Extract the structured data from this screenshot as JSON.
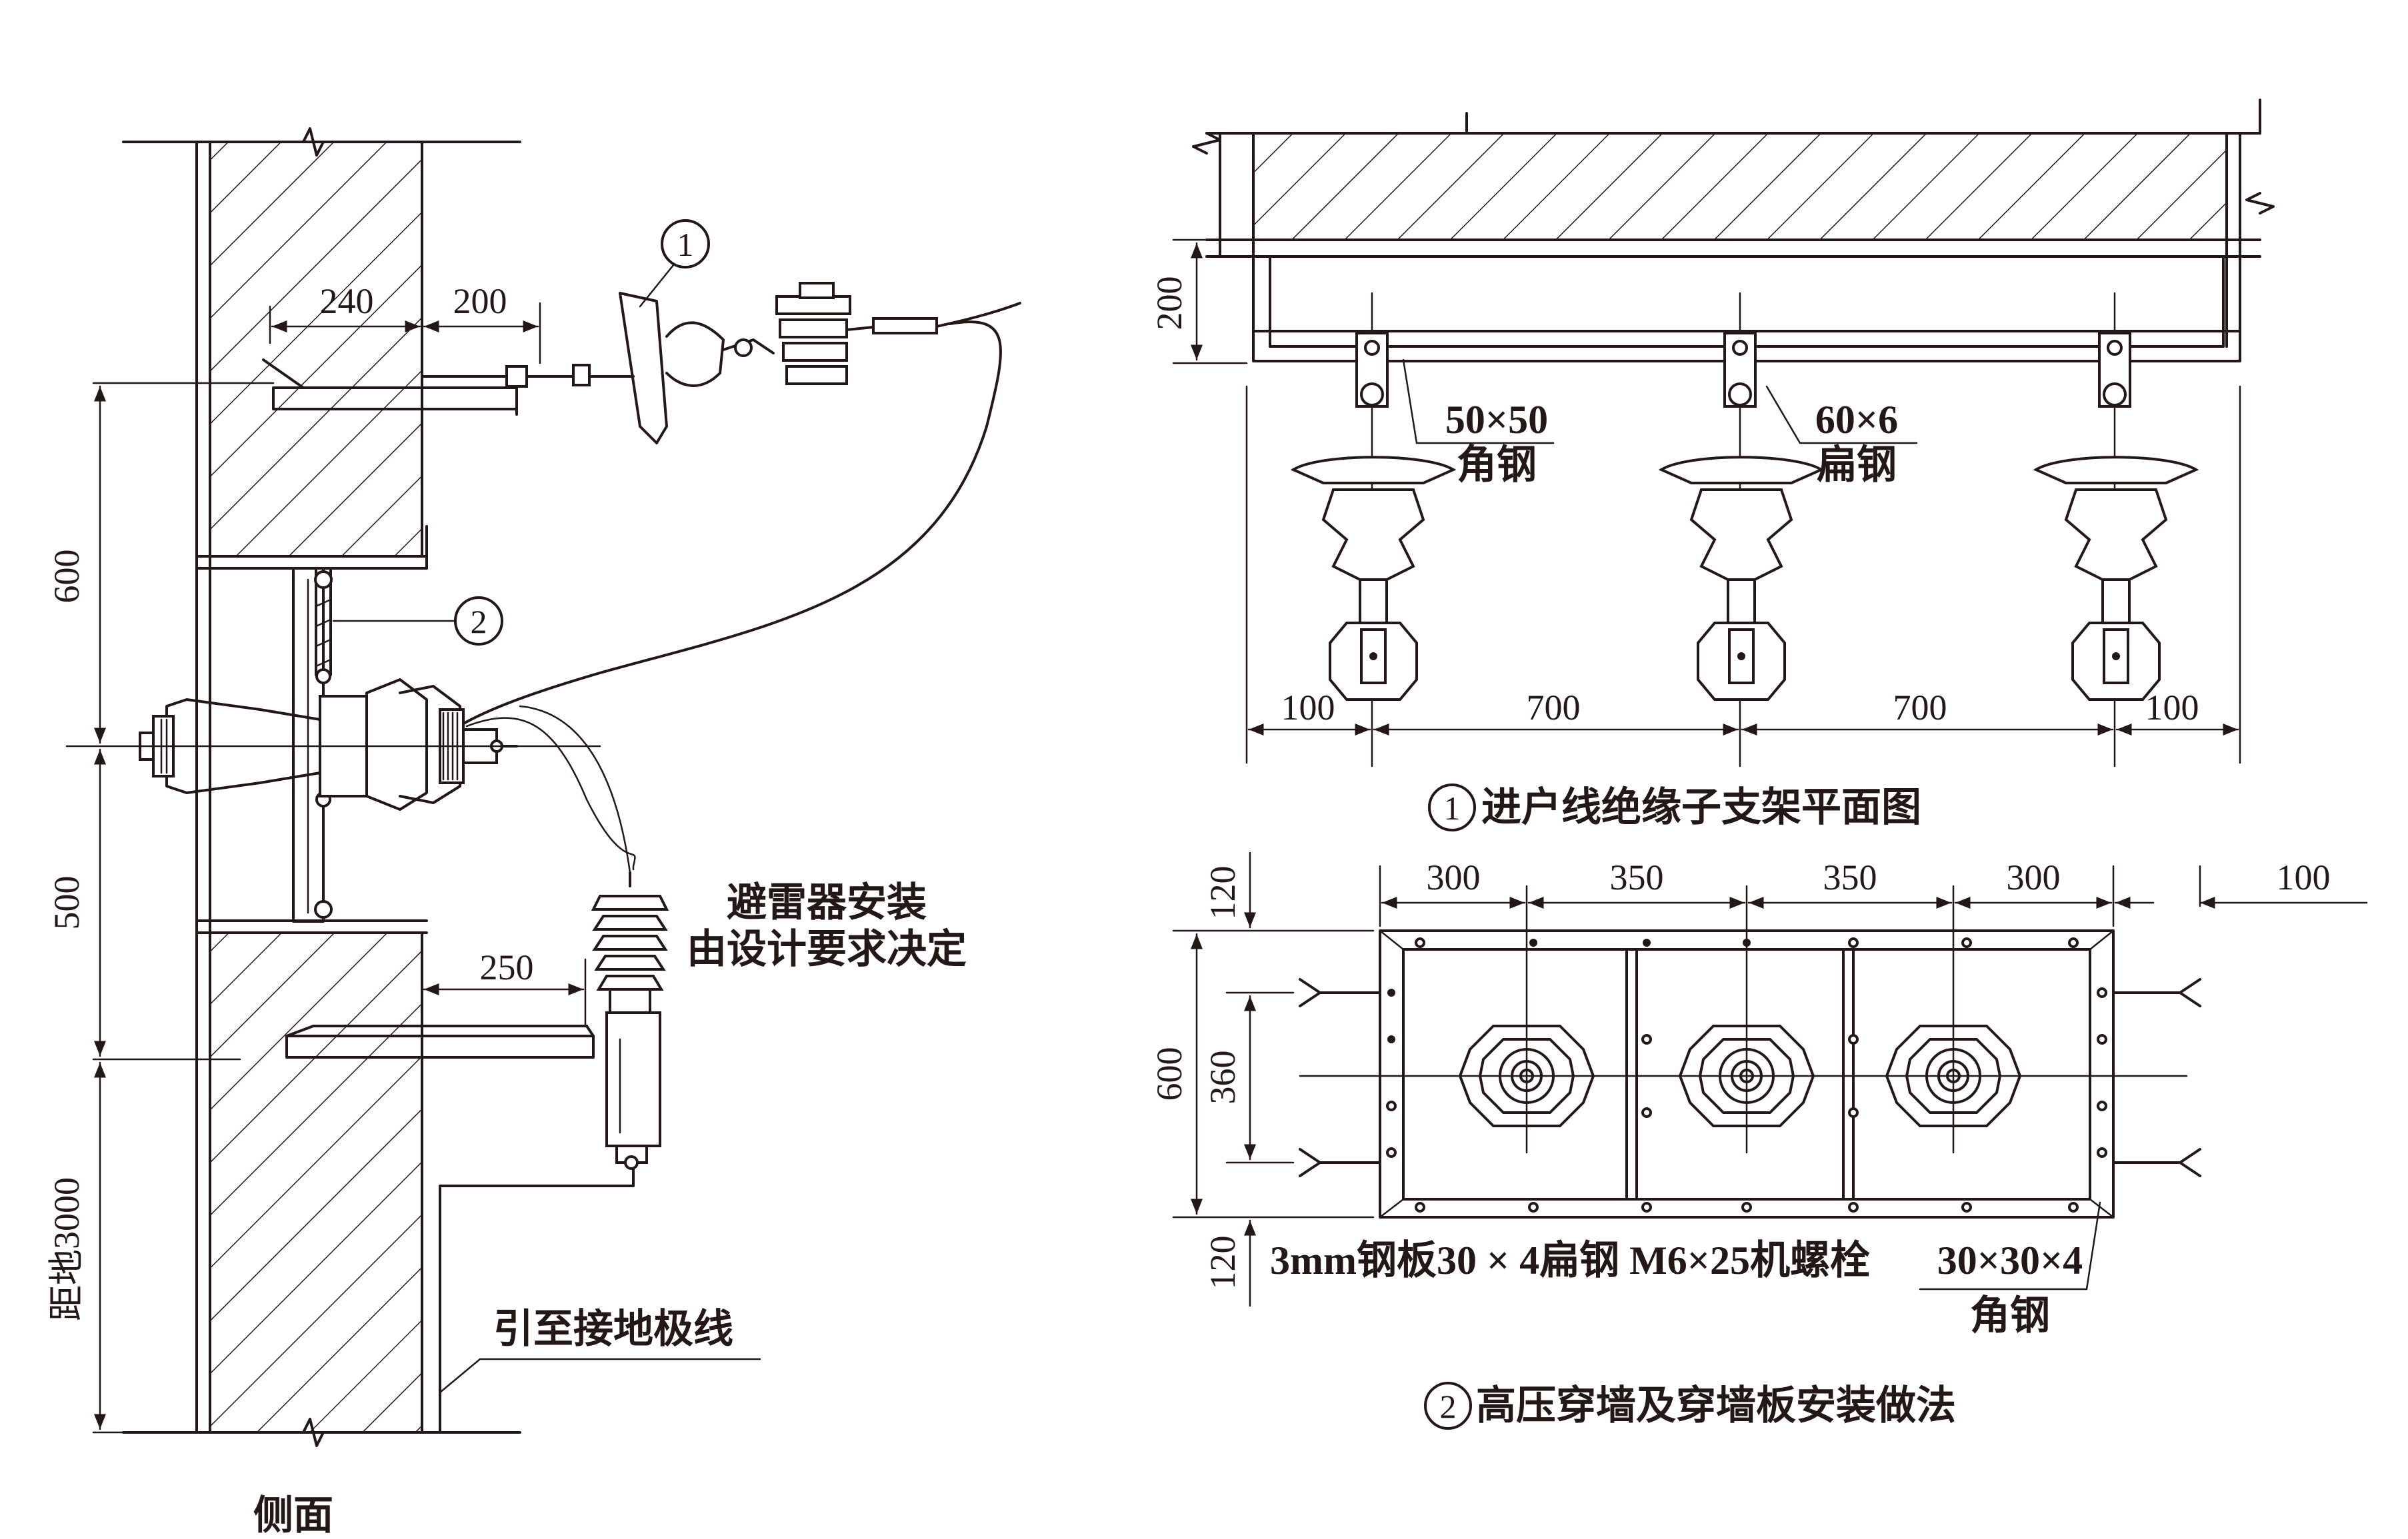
{
  "side_view": {
    "dims": {
      "d240": "240",
      "d200": "200",
      "d600": "600",
      "d500": "500",
      "d250": "250",
      "ground": "距地3000"
    },
    "callout_1": "1",
    "callout_2": "2",
    "arrester_note_line1": "避雷器安装",
    "arrester_note_line2": "由设计要求决定",
    "ground_lead": "引至接地极线",
    "caption": "侧面"
  },
  "plan_view": {
    "dims": {
      "d200": "200",
      "d100_left": "100",
      "d700_a": "700",
      "d700_b": "700",
      "d100_right": "100"
    },
    "angle_steel_size": "50×50",
    "angle_steel_label": "角钢",
    "flat_steel_size": "60×6",
    "flat_steel_label": "扁钢",
    "caption_num": "1",
    "caption": "进户线绝缘子支架平面图"
  },
  "wall_plate_view": {
    "dims": {
      "d120_top": "120",
      "d300_a": "300",
      "d350_a": "350",
      "d350_b": "350",
      "d300_b": "300",
      "d100": "100",
      "d600": "600",
      "d360": "360",
      "d120_bottom": "120"
    },
    "material_note": "3mm钢板30 × 4扁钢 M6×25机螺栓",
    "angle_size": "30×30×4",
    "angle_label": "角钢",
    "caption_num": "2",
    "caption": "高压穿墙及穿墙板安装做法"
  }
}
